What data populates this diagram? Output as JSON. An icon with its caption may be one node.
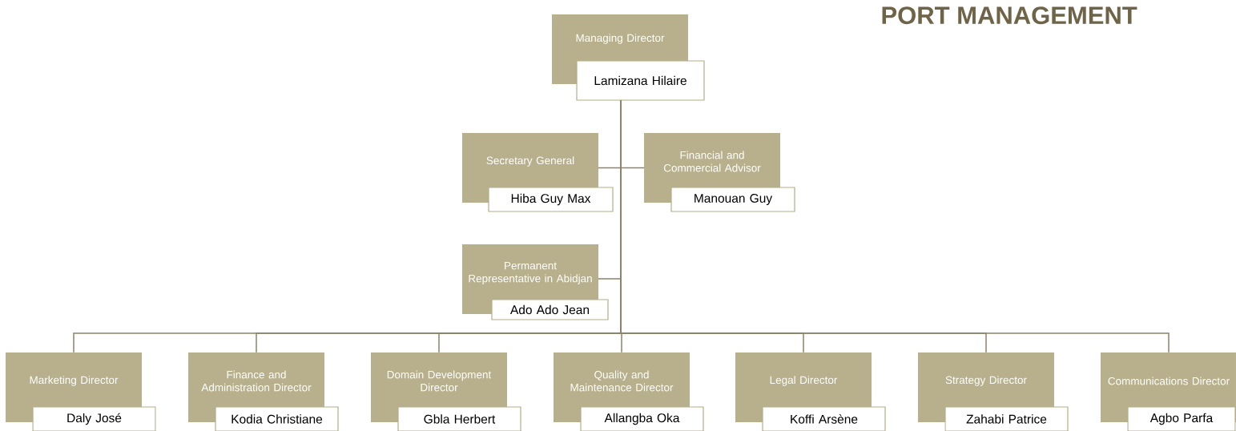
{
  "diagram": {
    "title": "PORT MANAGEMENT",
    "nodes": [
      {
        "text": [
          "Managing Director",
          "Lamizana Hilaire"
        ]
      },
      {
        "text": [
          "Secretary General",
          "Hiba Guy Max"
        ]
      },
      {
        "text": [
          "Financial and Commercial Advisor",
          "Manouan Guy"
        ]
      },
      {
        "text": [
          "Permanent Representative in Abidjan",
          "Ado Ado Jean"
        ]
      },
      {
        "text": [
          "Marketing Director",
          "Daly José"
        ]
      },
      {
        "text": [
          "Finance and Administration Director",
          "Kodia Christiane"
        ]
      },
      {
        "text": [
          "Domain Development Director",
          "Gbla Herbert"
        ]
      },
      {
        "text": [
          "Quality and Maintenance Director",
          "Allangba Oka"
        ]
      },
      {
        "text": [
          "Legal Director",
          "Koffi Arsène"
        ]
      },
      {
        "text": [
          "Strategy Director",
          "Zahabi Patrice"
        ]
      },
      {
        "text": [
          "Communications Director",
          "Agbo Parfa"
        ]
      }
    ],
    "edges": [
      {
        "from": 0,
        "to": 1,
        "arrow": "none"
      },
      {
        "from": 0,
        "to": 2,
        "arrow": "none"
      },
      {
        "from": 0,
        "to": 3,
        "arrow": "none"
      },
      {
        "from": 0,
        "to": 4,
        "arrow": "none"
      },
      {
        "from": 0,
        "to": 5,
        "arrow": "none"
      },
      {
        "from": 0,
        "to": 6,
        "arrow": "none"
      },
      {
        "from": 0,
        "to": 7,
        "arrow": "none"
      },
      {
        "from": 0,
        "to": 8,
        "arrow": "none"
      },
      {
        "from": 0,
        "to": 9,
        "arrow": "none"
      },
      {
        "from": 0,
        "to": 10,
        "arrow": "none"
      }
    ]
  }
}
